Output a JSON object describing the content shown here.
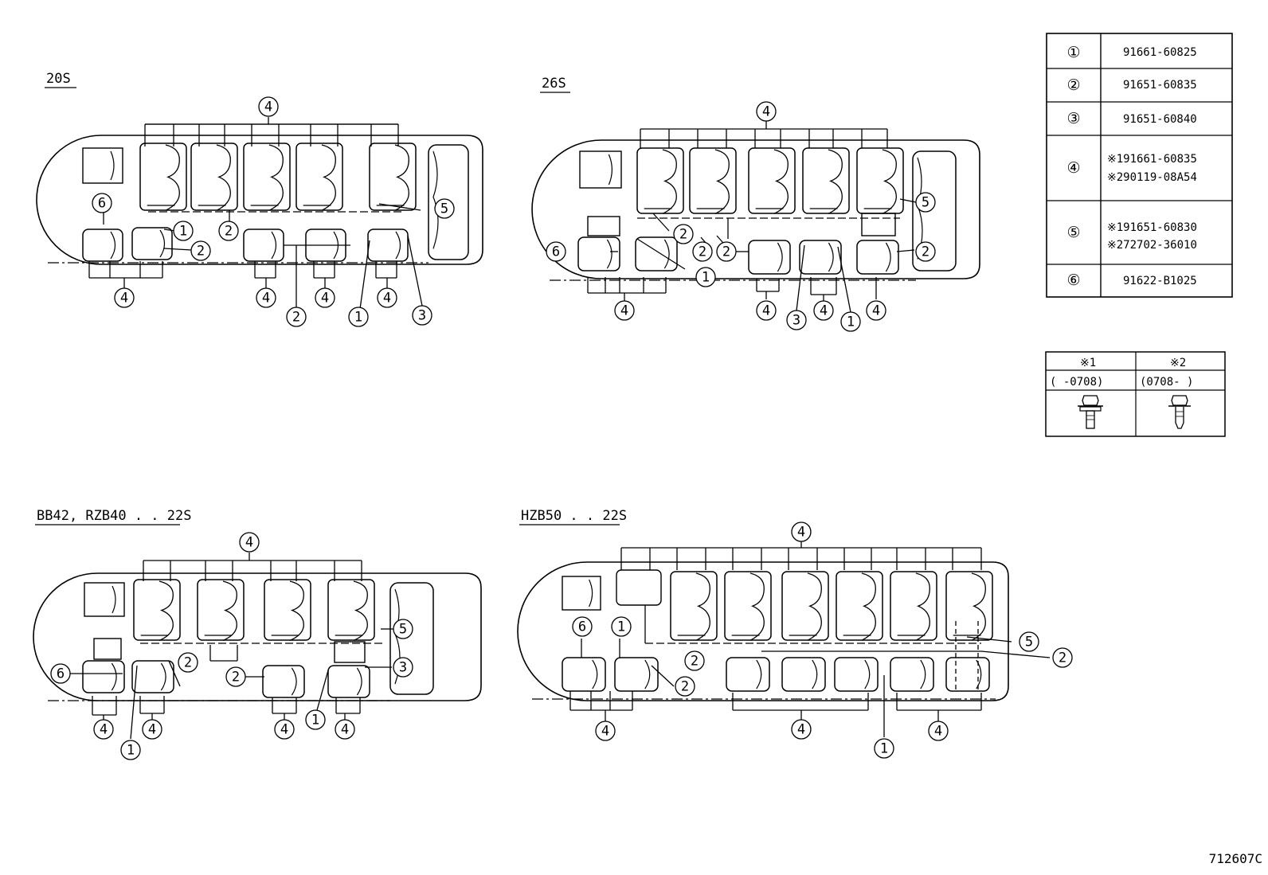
{
  "diagrams": [
    {
      "id": "d1",
      "label": "20S"
    },
    {
      "id": "d2",
      "label": "26S"
    },
    {
      "id": "d3",
      "label": "BB42, RZB40 . . 22S"
    },
    {
      "id": "d4",
      "label": "HZB50 . . 22S"
    }
  ],
  "callouts": [
    "①",
    "②",
    "③",
    "④",
    "⑤",
    "⑥"
  ],
  "parts_table": [
    {
      "num": "①",
      "lines": [
        "91661-60825"
      ]
    },
    {
      "num": "②",
      "lines": [
        "91651-60835"
      ]
    },
    {
      "num": "③",
      "lines": [
        "91651-60840"
      ]
    },
    {
      "num": "④",
      "lines": [
        "※191661-60835",
        "※290119-08A54"
      ]
    },
    {
      "num": "⑤",
      "lines": [
        "※191651-60830",
        "※272702-36010"
      ]
    },
    {
      "num": "⑥",
      "lines": [
        "91622-B1025"
      ]
    }
  ],
  "bolt_table": {
    "headers": [
      "※1",
      "※2"
    ],
    "ranges": [
      "(      -0708)",
      "(0708-      )"
    ],
    "icons": [
      "flange-bolt-with-washer-icon",
      "flange-bolt-icon"
    ]
  },
  "reference_code": "712607C"
}
